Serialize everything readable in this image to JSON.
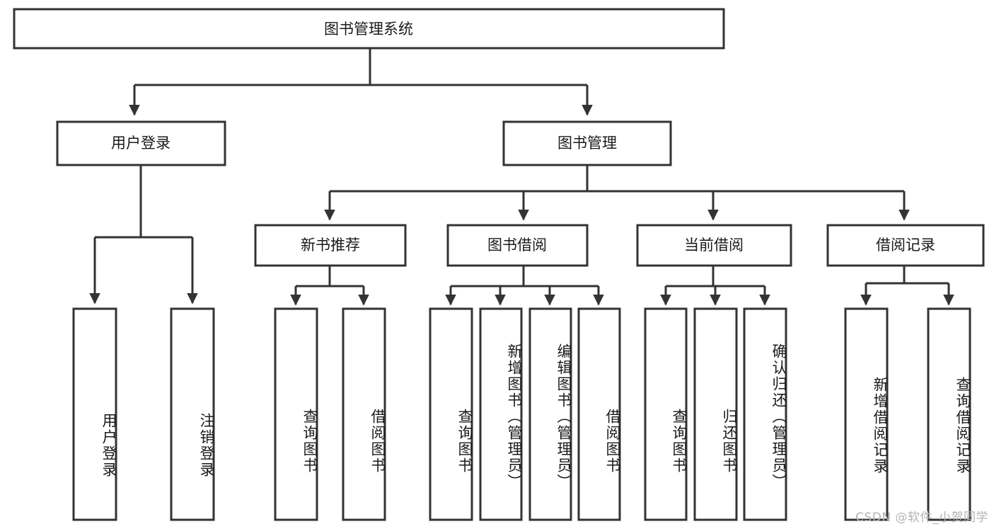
{
  "diagram": {
    "type": "tree-hierarchy-chart",
    "title": "图书管理系统",
    "colors": {
      "box_stroke": "#333333",
      "box_fill": "#ffffff",
      "text": "#1a1a1a",
      "background": "#ffffff",
      "watermark": "#b3b3b3"
    },
    "root": {
      "label": "图书管理系统"
    },
    "level2": [
      {
        "id": "user-login",
        "label": "用户登录"
      },
      {
        "id": "book-management",
        "label": "图书管理"
      }
    ],
    "level3": [
      {
        "id": "new-book-recommend",
        "label": "新书推荐",
        "parent": "book-management"
      },
      {
        "id": "book-borrow",
        "label": "图书借阅",
        "parent": "book-management"
      },
      {
        "id": "current-borrow",
        "label": "当前借阅",
        "parent": "book-management"
      },
      {
        "id": "borrow-record",
        "label": "借阅记录",
        "parent": "book-management"
      }
    ],
    "leaves": [
      {
        "id": "leaf-user-login",
        "label": "用户登录",
        "parent": "user-login"
      },
      {
        "id": "leaf-logout-login",
        "label": "注销登录",
        "parent": "user-login"
      },
      {
        "id": "leaf-query-book-1",
        "label": "查询图书",
        "parent": "new-book-recommend"
      },
      {
        "id": "leaf-borrow-book-1",
        "label": "借阅图书",
        "parent": "new-book-recommend"
      },
      {
        "id": "leaf-query-book-2",
        "label": "查询图书",
        "parent": "book-borrow"
      },
      {
        "id": "leaf-add-book",
        "label": "新增图书（管理员）",
        "parent": "book-borrow"
      },
      {
        "id": "leaf-edit-book",
        "label": "编辑图书（管理员）",
        "parent": "book-borrow"
      },
      {
        "id": "leaf-borrow-book-2",
        "label": "借阅图书",
        "parent": "book-borrow"
      },
      {
        "id": "leaf-query-book-3",
        "label": "查询图书",
        "parent": "current-borrow"
      },
      {
        "id": "leaf-return-book",
        "label": "归还图书",
        "parent": "current-borrow"
      },
      {
        "id": "leaf-confirm-return",
        "label": "确认归还（管理员）",
        "parent": "current-borrow"
      },
      {
        "id": "leaf-add-record",
        "label": "新增借阅记录",
        "parent": "borrow-record"
      },
      {
        "id": "leaf-query-record",
        "label": "查询借阅记录",
        "parent": "borrow-record"
      }
    ],
    "watermark": "CSDN @软件_小贺同学"
  }
}
